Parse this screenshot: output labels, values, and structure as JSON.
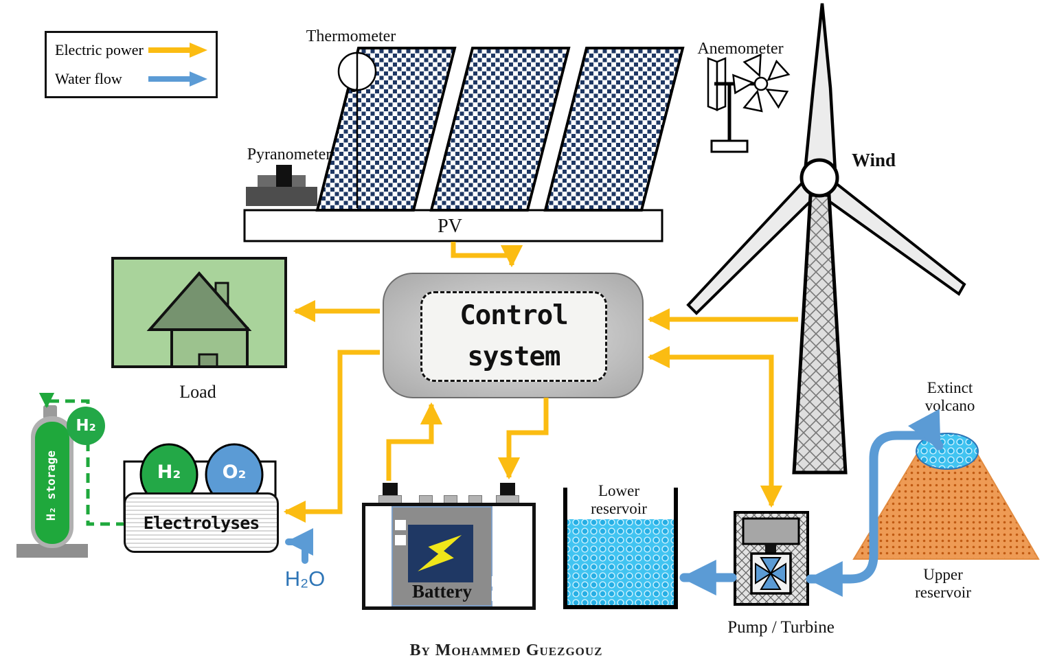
{
  "legend": {
    "items": [
      {
        "label": "Electric power",
        "color": "#FBBC12"
      },
      {
        "label": "Water flow",
        "color": "#5B9BD5"
      }
    ]
  },
  "solar": {
    "thermometer_label": "Thermometer",
    "pyranometer_label": "Pyranometer",
    "pv_label": "PV"
  },
  "wind": {
    "anemometer_label": "Anemometer",
    "wind_label": "Wind"
  },
  "control": {
    "label": "Control system"
  },
  "load": {
    "label": "Load"
  },
  "hydrogen": {
    "storage_label": "H₂ storage",
    "h2_tag": "H₂",
    "h2_bubble": "H₂",
    "o2_bubble": "O₂",
    "electrolyser_label": "Electrolyses",
    "water_label": "H₂O"
  },
  "battery": {
    "label": "Battery"
  },
  "hydro": {
    "lower_reservoir_label": "Lower reservoir",
    "pump_label": "Pump / Turbine",
    "volcano_label": "Extinct volcano",
    "upper_reservoir_label": "Upper reservoir"
  },
  "footer": {
    "credit": "By Mohammed Guezgouz"
  },
  "colors": {
    "electric_power": "#FBBC12",
    "water_flow": "#5B9BD5",
    "hydrogen_green": "#23A847",
    "o2_blue": "#5B9BD5",
    "volcano_orange": "#EE9B55",
    "water_cyan": "#41C4F1",
    "pv_navy": "#1F3864"
  }
}
